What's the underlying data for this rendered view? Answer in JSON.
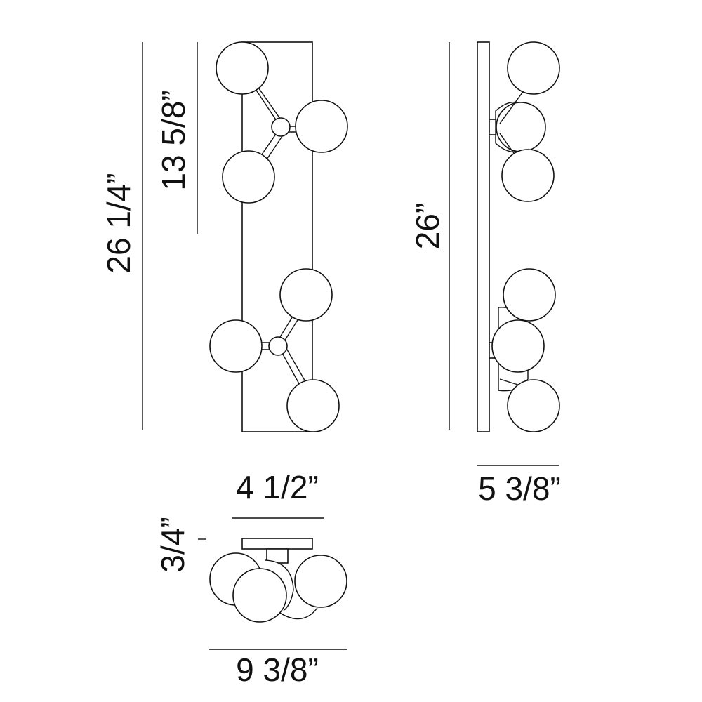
{
  "front_view": {
    "overall_height": "26 1/4”",
    "cluster_height": "13 5/8”",
    "backplate_width": "4 1/2”"
  },
  "side_view": {
    "backplate_height": "26”",
    "depth": "5 3/8”"
  },
  "top_view": {
    "backplate_thickness": "3/4”",
    "width": "9 3/8”"
  }
}
